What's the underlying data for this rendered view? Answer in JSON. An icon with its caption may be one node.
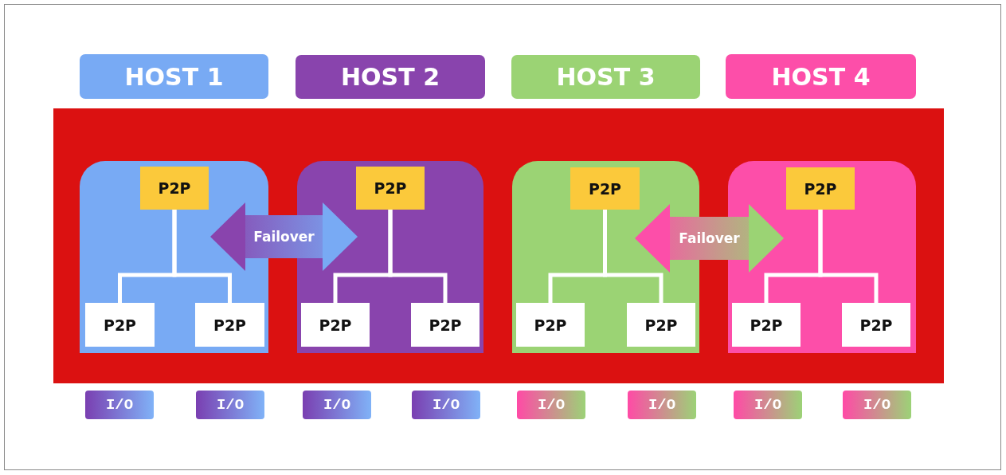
{
  "diagram": {
    "nodes": [
      {
        "text": [
          "HOST 1"
        ]
      },
      {
        "text": [
          "HOST 2"
        ]
      },
      {
        "text": [
          "HOST 3"
        ]
      },
      {
        "text": [
          "HOST 4"
        ]
      },
      {
        "text": [],
        "shape": "box"
      },
      {
        "text": [],
        "shape": "box",
        "in": 4
      },
      {
        "text": [
          "P2P"
        ],
        "in": 5
      },
      {
        "text": [
          "P2P"
        ],
        "in": 5
      },
      {
        "text": [
          "P2P"
        ],
        "in": 5
      },
      {
        "text": [],
        "shape": "box",
        "in": 4
      },
      {
        "text": [
          "P2P"
        ],
        "in": 9
      },
      {
        "text": [
          "P2P"
        ],
        "in": 9
      },
      {
        "text": [
          "P2P"
        ],
        "in": 9
      },
      {
        "text": [],
        "shape": "box",
        "in": 4
      },
      {
        "text": [
          "P2P"
        ],
        "in": 13
      },
      {
        "text": [
          "P2P"
        ],
        "in": 13
      },
      {
        "text": [
          "P2P"
        ],
        "in": 13
      },
      {
        "text": [],
        "shape": "box",
        "in": 4
      },
      {
        "text": [
          "P2P"
        ],
        "in": 17
      },
      {
        "text": [
          "P2P"
        ],
        "in": 17
      },
      {
        "text": [
          "P2P"
        ],
        "in": 17
      },
      {
        "text": [
          "I/O"
        ]
      },
      {
        "text": [
          "I/O"
        ]
      },
      {
        "text": [
          "I/O"
        ]
      },
      {
        "text": [
          "I/O"
        ]
      },
      {
        "text": [
          "I/O"
        ]
      },
      {
        "text": [
          "I/O"
        ]
      },
      {
        "text": [
          "I/O"
        ]
      },
      {
        "text": [
          "I/O"
        ]
      }
    ],
    "edges": [
      {
        "from": 6,
        "to": 7,
        "arrow": "none"
      },
      {
        "from": 6,
        "to": 8,
        "arrow": "none"
      },
      {
        "from": 5,
        "to": 9,
        "arrow": "both",
        "label": "Failover",
        "style": "thick"
      },
      {
        "from": 10,
        "to": 11,
        "arrow": "none"
      },
      {
        "from": 10,
        "to": 12,
        "arrow": "none"
      },
      {
        "from": 14,
        "to": 15,
        "arrow": "none"
      },
      {
        "from": 14,
        "to": 16,
        "arrow": "none"
      },
      {
        "from": 13,
        "to": 17,
        "arrow": "both",
        "label": "Failover",
        "style": "thick"
      },
      {
        "from": 18,
        "to": 19,
        "arrow": "none"
      },
      {
        "from": 18,
        "to": 20,
        "arrow": "none"
      }
    ]
  }
}
